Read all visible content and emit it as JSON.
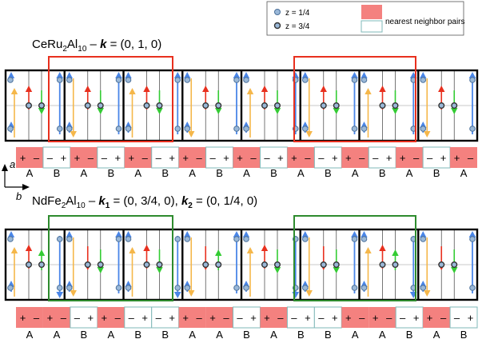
{
  "legend": {
    "z_quarter": "z = 1/4",
    "z_three_quarter": "z = 3/4",
    "pairs": "nearest neighbor pairs"
  },
  "top_panel": {
    "title": "CeRu2Al10 – k = (0, 1, 0)",
    "title_parts": {
      "compound": "CeRu",
      "sub1": "2",
      "compound2": "Al",
      "sub2": "10",
      "dash": " – ",
      "k": "k",
      "vec": " = (0, 1, 0)"
    },
    "sign_cells": [
      "+",
      "–",
      "–",
      "+",
      "+",
      "–",
      "–",
      "+",
      "+",
      "–",
      "–",
      "+",
      "+",
      "–",
      "–",
      "+",
      "+",
      "–",
      "–",
      "+",
      "+",
      "–",
      "–",
      "+",
      "+",
      "–",
      "–",
      "+",
      "+",
      "–",
      "–",
      "+",
      "+",
      "–"
    ],
    "site_labels": [
      "A",
      "B",
      "A",
      "B",
      "A",
      "B",
      "A",
      "B",
      "A",
      "B",
      "A",
      "B",
      "A",
      "B",
      "A",
      "B",
      "A"
    ]
  },
  "bottom_panel": {
    "title": "NdFe2Al10 – k1 = (0, 3/4, 0), k2 = (0, 1/4, 0)",
    "title_parts": {
      "compound": "NdFe",
      "sub1": "2",
      "compound2": "Al",
      "sub2": "10",
      "dash": " – ",
      "k1": "k",
      "k1sub": "1",
      "vec1": " = (0, 3/4, 0), ",
      "k2": "k",
      "k2sub": "2",
      "vec2": " = (0, 1/4, 0)"
    },
    "sign_cells": [
      "+",
      "–",
      "+",
      "–",
      "–",
      "+",
      "+",
      "–",
      "–",
      "+",
      "–",
      "+",
      "+",
      "–",
      "+",
      "–",
      "–",
      "+",
      "+",
      "–",
      "–",
      "+",
      "–",
      "+",
      "+",
      "–",
      "+",
      "–",
      "–",
      "+",
      "+",
      "–",
      "–",
      "+"
    ],
    "site_labels": [
      "A",
      "A",
      "B",
      "A",
      "B",
      "B",
      "A",
      "A",
      "B",
      "A",
      "B",
      "B",
      "A",
      "A",
      "B",
      "A",
      "B"
    ]
  },
  "axes": {
    "a": "a",
    "b": "b"
  },
  "colors": {
    "pair_fill": "#f4817f",
    "pair_border": "#7fb8b8",
    "top_frame": "#e8301e",
    "bottom_frame": "#2e8b2e",
    "arrow_blue": "#4a86e8",
    "arrow_orange": "#f5b74a",
    "arrow_red": "#e8301e",
    "arrow_green": "#33cc33",
    "atom_fill": "#9ab8d8"
  }
}
